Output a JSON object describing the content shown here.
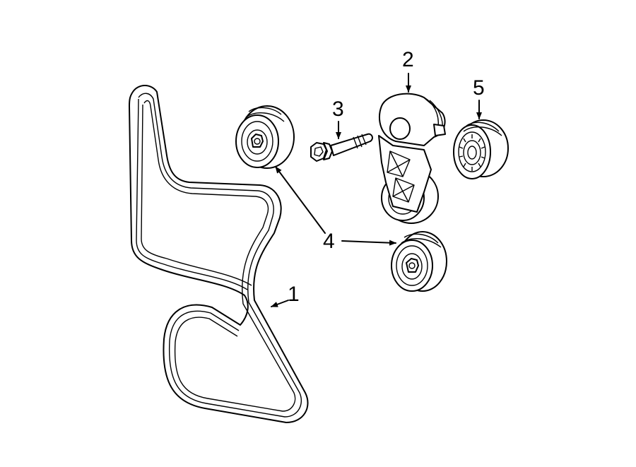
{
  "diagram": {
    "callouts": [
      {
        "id": "1",
        "text": "1"
      },
      {
        "id": "2",
        "text": "2"
      },
      {
        "id": "3",
        "text": "3"
      },
      {
        "id": "4",
        "text": "4"
      },
      {
        "id": "5",
        "text": "5"
      }
    ],
    "parts": [
      {
        "callout": "1",
        "shape": "serpentine-belt"
      },
      {
        "callout": "2",
        "shape": "belt-tensioner"
      },
      {
        "callout": "3",
        "shape": "bolt"
      },
      {
        "callout": "4",
        "shape": "idler-pulley",
        "count": 2
      },
      {
        "callout": "5",
        "shape": "pulley"
      }
    ],
    "colors": {
      "line": "#000000",
      "background": "#ffffff"
    }
  }
}
